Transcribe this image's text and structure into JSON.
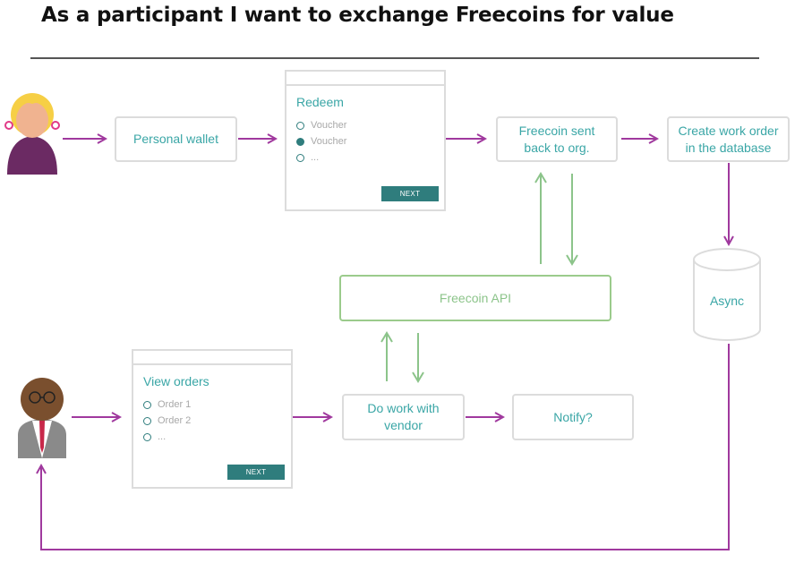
{
  "title": "As a participant I want to exchange Freecoins for value",
  "boxes": {
    "personal_wallet": "Personal wallet",
    "freecoin_sent": "Freecoin sent back to org.",
    "work_order": "Create work order in the database",
    "freecoin_api": "Freecoin API",
    "do_work": "Do work with vendor",
    "notify": "Notify?",
    "async": "Async"
  },
  "redeem_panel": {
    "title": "Redeem",
    "options": [
      "Voucher",
      "Voucher",
      "..."
    ],
    "selected_index": 1,
    "button": "NEXT"
  },
  "orders_panel": {
    "title": "View orders",
    "options": [
      "Order 1",
      "Order 2",
      "..."
    ],
    "button": "NEXT"
  },
  "colors": {
    "flow_arrow": "#a0399e",
    "api_arrow": "#8cc48a",
    "text_teal": "#3aa6a6",
    "button": "#2f7d7d"
  }
}
